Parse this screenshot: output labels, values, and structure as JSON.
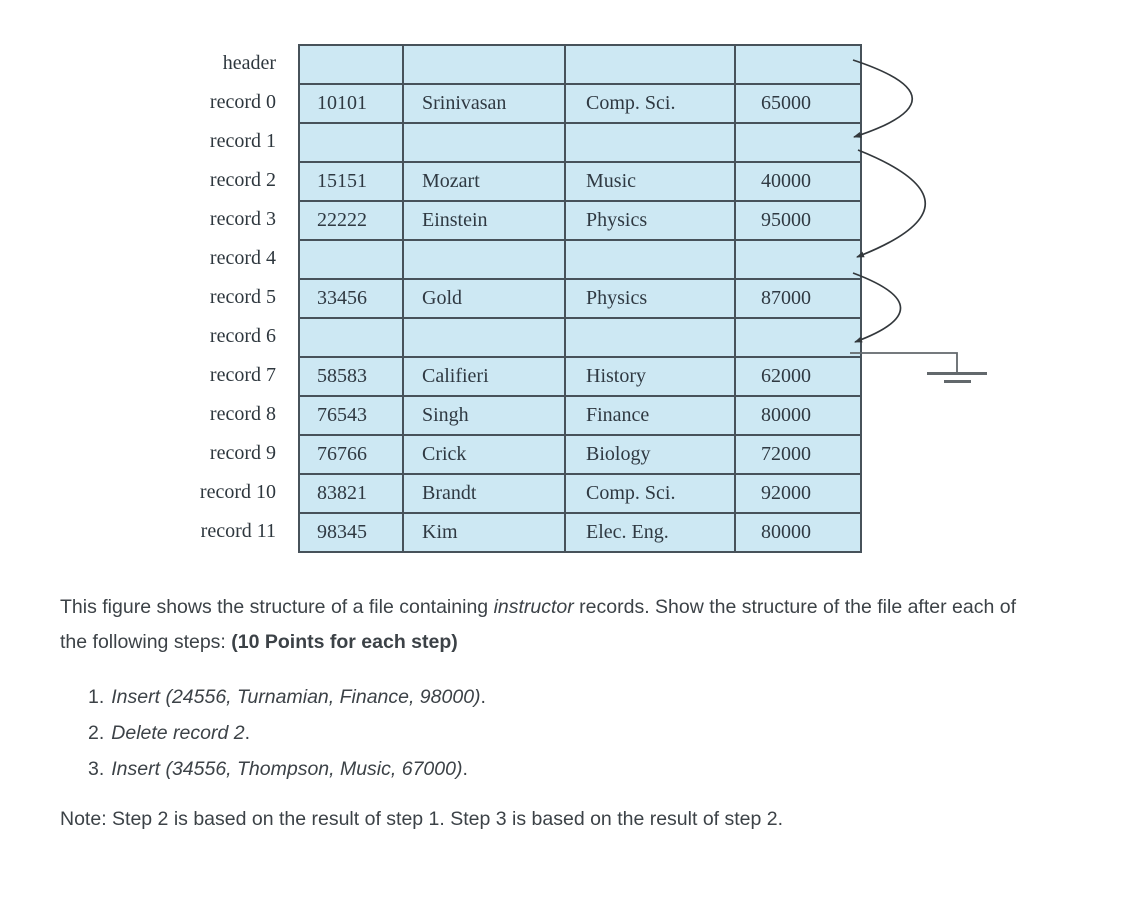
{
  "figure": {
    "rows": [
      {
        "label": "header",
        "cells": [
          "",
          "",
          "",
          ""
        ]
      },
      {
        "label": "record 0",
        "cells": [
          "10101",
          "Srinivasan",
          "Comp. Sci.",
          "65000"
        ]
      },
      {
        "label": "record 1",
        "cells": [
          "",
          "",
          "",
          ""
        ]
      },
      {
        "label": "record 2",
        "cells": [
          "15151",
          "Mozart",
          "Music",
          "40000"
        ]
      },
      {
        "label": "record 3",
        "cells": [
          "22222",
          "Einstein",
          "Physics",
          "95000"
        ]
      },
      {
        "label": "record 4",
        "cells": [
          "",
          "",
          "",
          ""
        ]
      },
      {
        "label": "record 5",
        "cells": [
          "33456",
          "Gold",
          "Physics",
          "87000"
        ]
      },
      {
        "label": "record 6",
        "cells": [
          "",
          "",
          "",
          ""
        ]
      },
      {
        "label": "record 7",
        "cells": [
          "58583",
          "Califieri",
          "History",
          "62000"
        ]
      },
      {
        "label": "record 8",
        "cells": [
          "76543",
          "Singh",
          "Finance",
          "80000"
        ]
      },
      {
        "label": "record 9",
        "cells": [
          "76766",
          "Crick",
          "Biology",
          "72000"
        ]
      },
      {
        "label": "record 10",
        "cells": [
          "83821",
          "Brandt",
          "Comp. Sci.",
          "92000"
        ]
      },
      {
        "label": "record 11",
        "cells": [
          "98345",
          "Kim",
          "Elec. Eng.",
          "80000"
        ]
      }
    ],
    "free_list_chain": [
      "header",
      "record 1",
      "record 4",
      "record 6",
      "null (ground)"
    ],
    "colors": {
      "cell_fill": "#cde8f3",
      "table_border": "#47525a",
      "arrow": "#33383c",
      "ground_line": "#62686c"
    }
  },
  "content": {
    "paragraph": {
      "part1": "This figure shows the structure of a file containing ",
      "italic_word": "instructor",
      "part2": " records. Show the structure of the file after each of the following steps: ",
      "bold_part": "(10 Points for each step)"
    },
    "steps": [
      {
        "number": "1.",
        "instruction": "Insert (24556, Turnamian, Finance, 98000)",
        "suffix": "."
      },
      {
        "number": "2.",
        "instruction": "Delete record 2",
        "suffix": "."
      },
      {
        "number": "3.",
        "instruction": "Insert (34556, Thompson, Music, 67000)",
        "suffix": "."
      }
    ],
    "note": "Note: Step 2 is based on the result of step 1. Step 3 is based on the result of step 2."
  }
}
